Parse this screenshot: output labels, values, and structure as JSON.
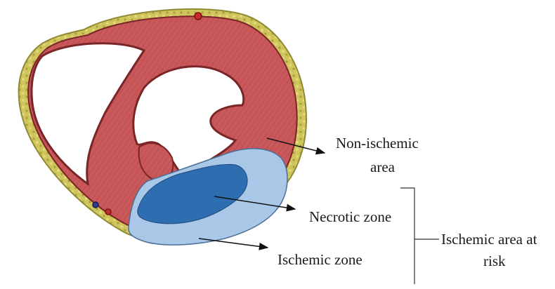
{
  "labels": {
    "non_ischemic_line1": "Non-ischemic",
    "non_ischemic_line2": "area",
    "necrotic": "Necrotic zone",
    "ischemic_zone": "Ischemic zone",
    "at_risk_line1": "Ischemic area at",
    "at_risk_line2": "risk"
  },
  "colors": {
    "myocardium": "#c9585a",
    "myocardium_dark": "#8e2e31",
    "fat": "#c9c25a",
    "ischemic_zone": "#a7c7e7",
    "necrotic_zone": "#2e6eb0",
    "arrow": "#111111"
  }
}
